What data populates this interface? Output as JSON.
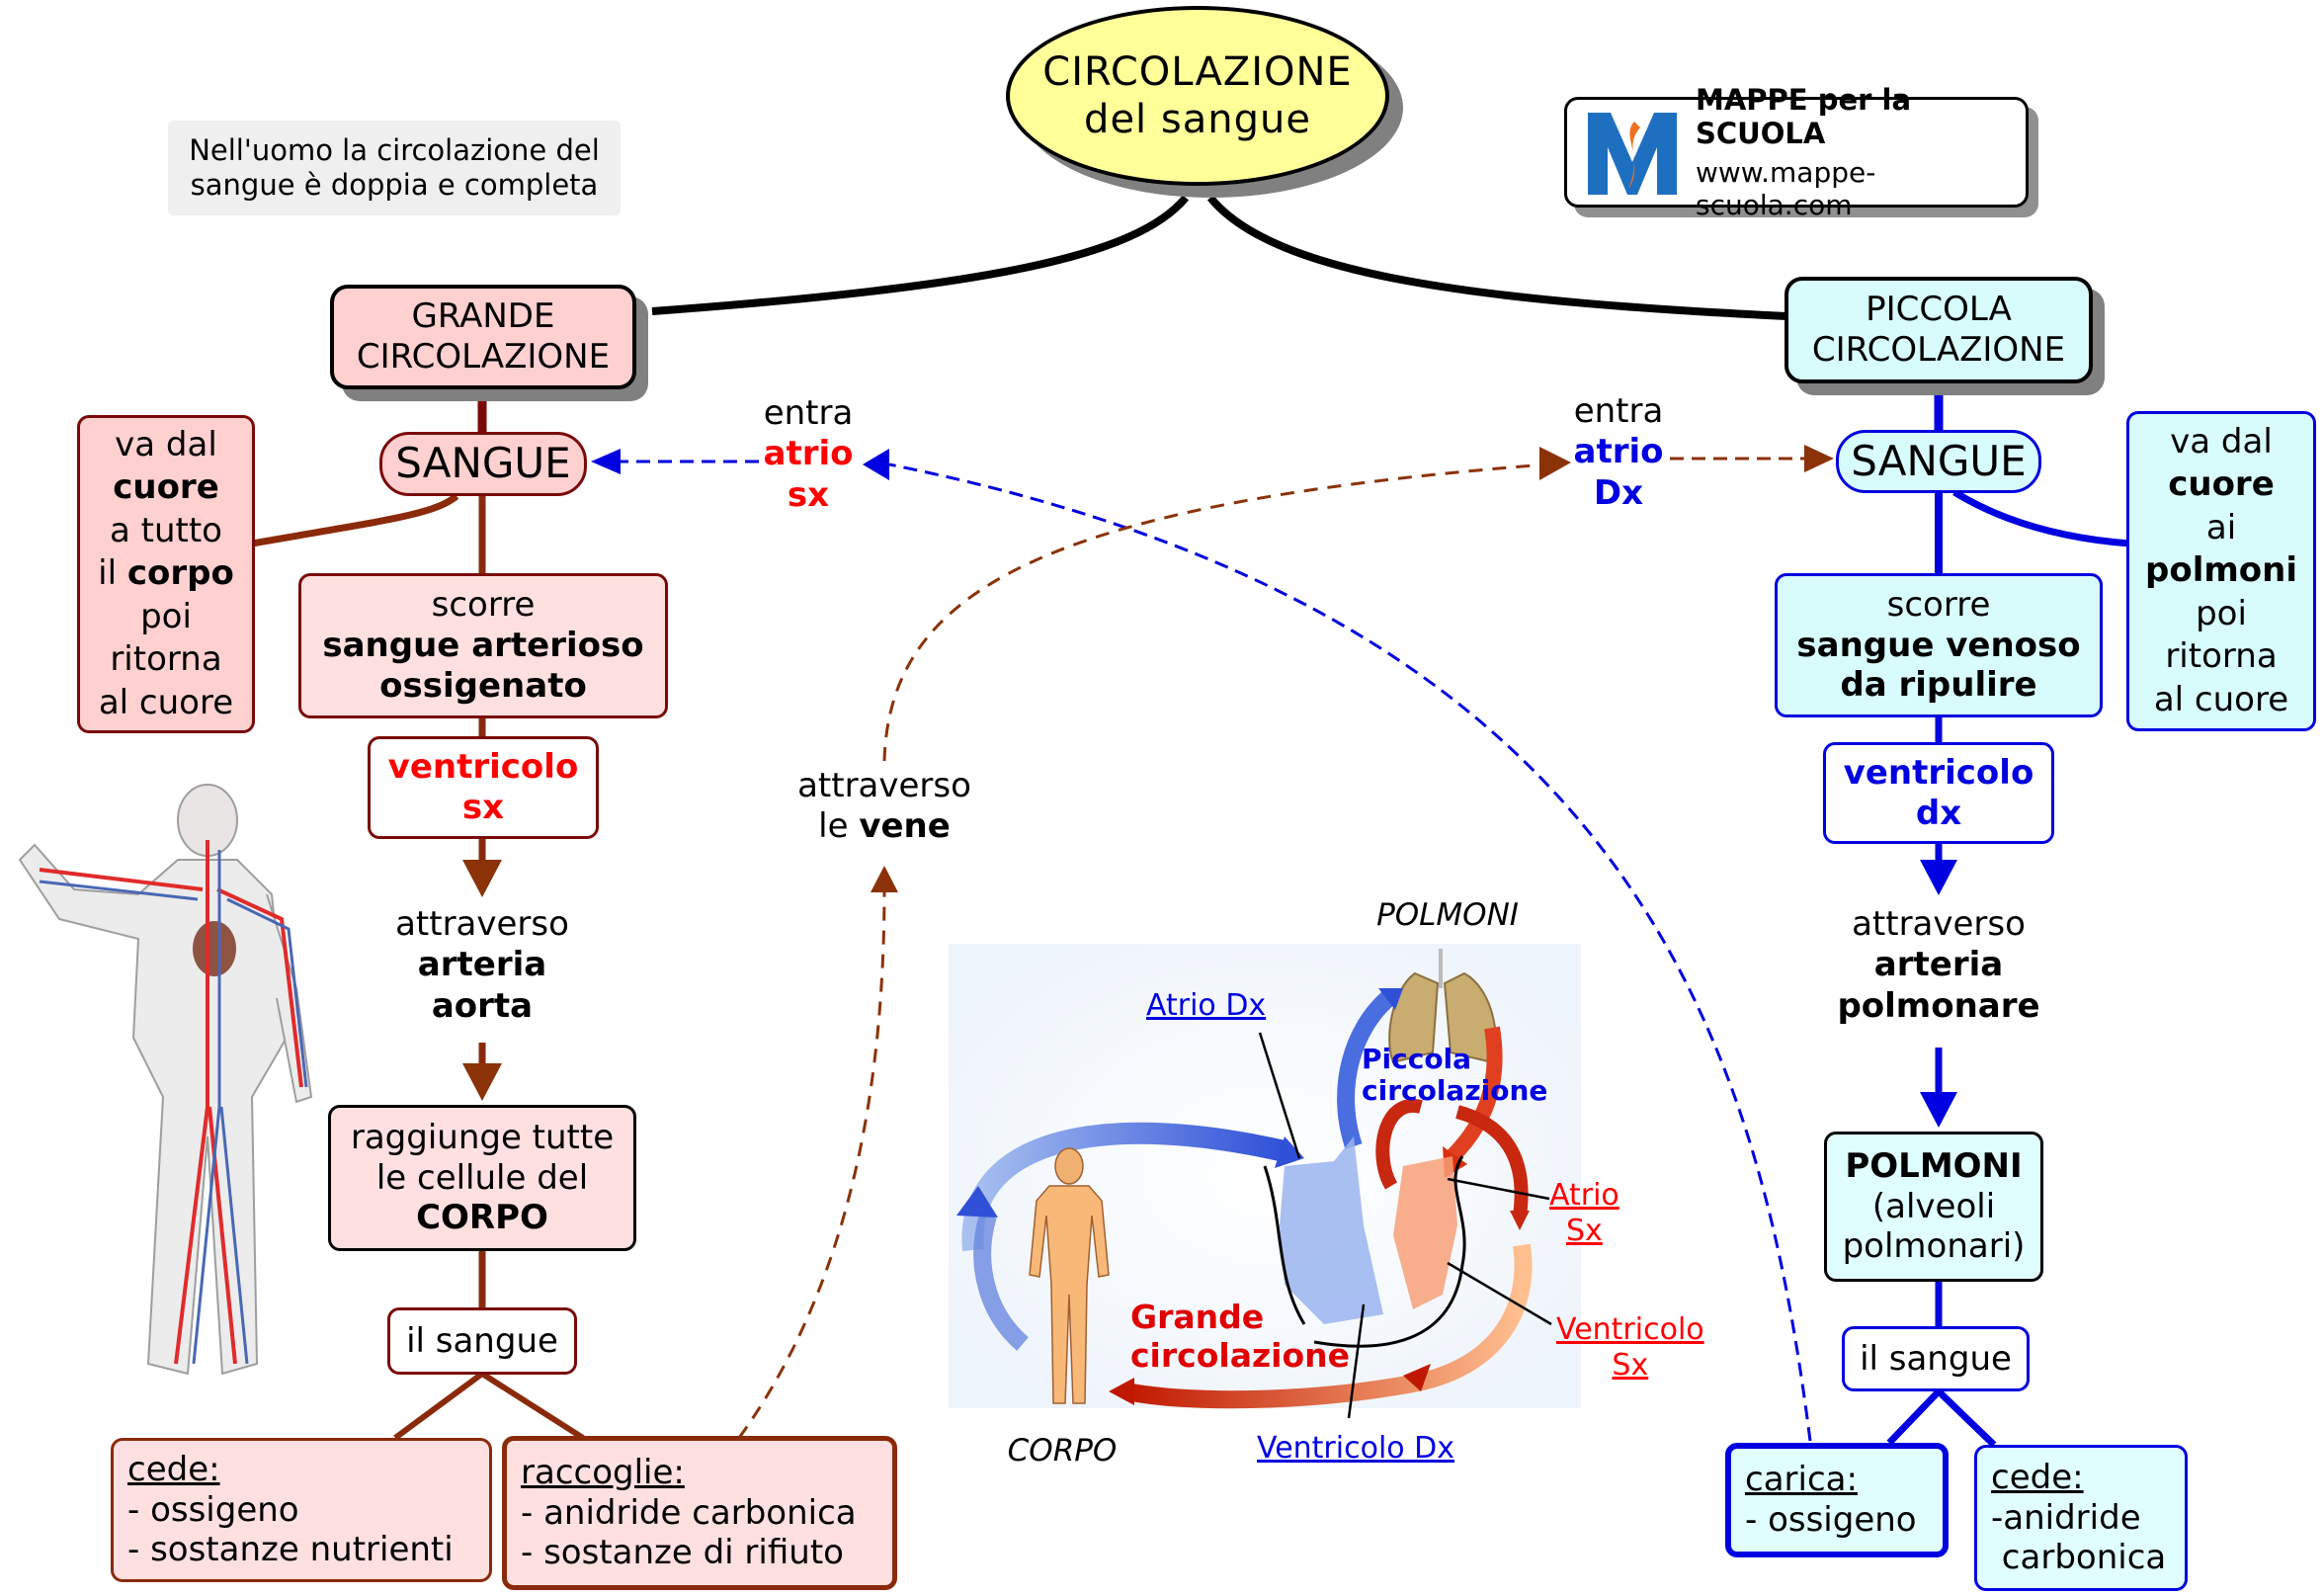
{
  "title": {
    "line1": "CIRCOLAZIONE",
    "line2": "del sangue"
  },
  "intro_note": {
    "line1": "Nell'uomo la circolazione del",
    "line2": "sangue è doppia e completa"
  },
  "brand": {
    "name": "MAPPE per la SCUOLA",
    "url": "www.mappe-scuola.com",
    "logo_letter": "M"
  },
  "colors": {
    "grande_fill": "#ffd0d0",
    "piccola_fill": "#d8fcfc",
    "title_fill": "#ffff99",
    "arteriosa": "#ff0000",
    "venosa": "#0000e0",
    "brown_link": "#8b2a0a"
  },
  "grande": {
    "header": {
      "line1": "GRANDE",
      "line2": "CIRCOLAZIONE"
    },
    "sangue": "SANGUE",
    "side_note": {
      "l1": "va dal",
      "l2": "cuore",
      "l3": "a tutto",
      "l4a": "il ",
      "l4b": "corpo",
      "l5": "poi",
      "l6": "ritorna",
      "l7": "al cuore"
    },
    "scorre": {
      "l1": "scorre",
      "l2": "sangue arterioso",
      "l3": "ossigenato"
    },
    "ventricolo": {
      "l1": "ventricolo",
      "l2": "sx"
    },
    "attraverso": {
      "l1": "attraverso",
      "l2": "arteria",
      "l3": "aorta"
    },
    "raggiunge": {
      "l1": "raggiunge tutte",
      "l2": "le cellule del",
      "l3": "CORPO"
    },
    "il_sangue": "il sangue",
    "cede": {
      "title": "cede:",
      "items": [
        "- ossigeno",
        "- sostanze nutrienti"
      ]
    },
    "raccoglie": {
      "title": "raccoglie:",
      "items": [
        "- anidride carbonica",
        "- sostanze di rifiuto"
      ]
    }
  },
  "piccola": {
    "header": {
      "line1": "PICCOLA",
      "line2": "CIRCOLAZIONE"
    },
    "sangue": "SANGUE",
    "side_note": {
      "l1": "va dal",
      "l2": "cuore",
      "l3": "ai",
      "l4": "polmoni",
      "l5": "poi",
      "l6": "ritorna",
      "l7": "al cuore"
    },
    "scorre": {
      "l1": "scorre",
      "l2": "sangue venoso",
      "l3": "da ripulire"
    },
    "ventricolo": {
      "l1": "ventricolo",
      "l2": "dx"
    },
    "attraverso": {
      "l1": "attraverso",
      "l2": "arteria",
      "l3": "polmonare"
    },
    "polmoni": {
      "l1": "POLMONI",
      "l2": "(alveoli",
      "l3": "polmonari)"
    },
    "il_sangue": "il sangue",
    "carica": {
      "title": "carica:",
      "items": [
        "- ossigeno"
      ]
    },
    "cede": {
      "title": "cede:",
      "items": [
        "-anidride",
        " carbonica"
      ]
    }
  },
  "connectors": {
    "entra_sx": {
      "l1": "entra",
      "l2": "atrio",
      "l3": "sx"
    },
    "entra_dx": {
      "l1": "entra",
      "l2": "atrio",
      "l3": "Dx"
    },
    "vene": {
      "l1": "attraverso",
      "l2a": "le ",
      "l2b": "vene"
    }
  },
  "heart_diagram": {
    "polmoni": "POLMONI",
    "corpo": "CORPO",
    "atrio_dx": "Atrio Dx",
    "atrio_sx": {
      "l1": "Atrio",
      "l2": "Sx"
    },
    "ventricolo_sx": {
      "l1": "Ventricolo",
      "l2": "Sx"
    },
    "ventricolo_dx": "Ventricolo Dx",
    "piccola": {
      "l1": "Piccola",
      "l2": "circolazione"
    },
    "grande": {
      "l1": "Grande",
      "l2": "circolazione"
    }
  }
}
